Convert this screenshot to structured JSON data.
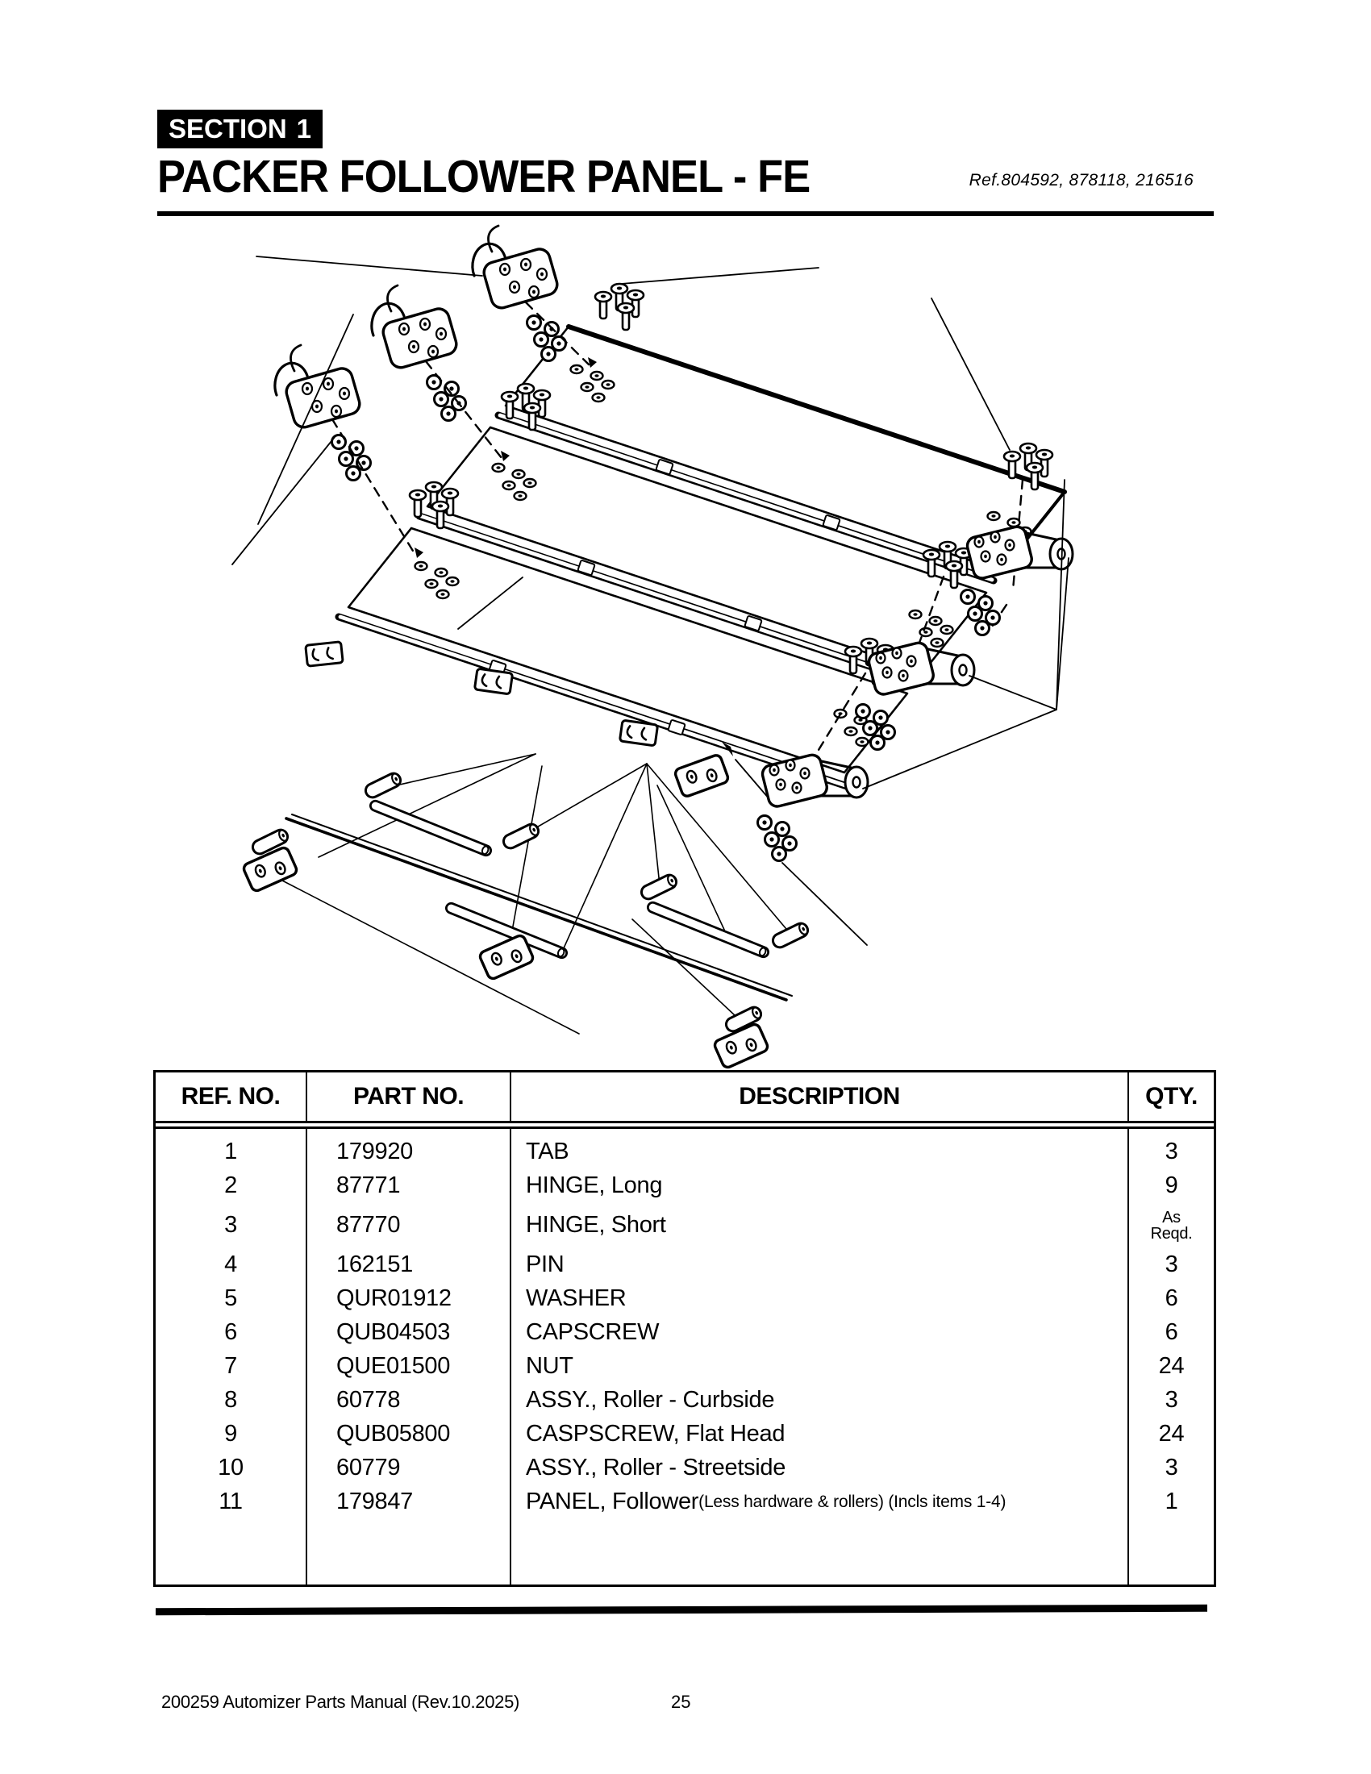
{
  "page": {
    "section_label": "SECTION",
    "section_number": "1",
    "title": "PACKER FOLLOWER PANEL - FE",
    "reference": "Ref.804592, 878118, 216516",
    "footer_left": "200259 Automizer Parts Manual (Rev.10.2025)",
    "footer_page": "25"
  },
  "colors": {
    "ink": "#000000",
    "paper": "#ffffff"
  },
  "table": {
    "headers": [
      "REF. NO.",
      "PART NO.",
      "DESCRIPTION",
      "QTY."
    ],
    "rows": [
      {
        "ref": "1",
        "part": "179920",
        "desc": "TAB",
        "qty": "3"
      },
      {
        "ref": "2",
        "part": "87771",
        "desc": "HINGE, Long",
        "qty": "9"
      },
      {
        "ref": "3",
        "part": "87770",
        "desc": "HINGE, Short",
        "qty": "As\nReqd.",
        "tall": true
      },
      {
        "ref": "4",
        "part": "162151",
        "desc": "PIN",
        "qty": "3"
      },
      {
        "ref": "5",
        "part": "QUR01912",
        "desc": "WASHER",
        "qty": "6"
      },
      {
        "ref": "6",
        "part": "QUB04503",
        "desc": "CAPSCREW",
        "qty": "6"
      },
      {
        "ref": "7",
        "part": "QUE01500",
        "desc": "NUT",
        "qty": "24"
      },
      {
        "ref": "8",
        "part": "60778",
        "desc": "ASSY., Roller - Curbside",
        "qty": "3"
      },
      {
        "ref": "9",
        "part": "QUB05800",
        "desc": "CASPSCREW, Flat Head",
        "qty": "24"
      },
      {
        "ref": "10",
        "part": "60779",
        "desc": "ASSY., Roller - Streetside",
        "qty": "3"
      },
      {
        "ref": "11",
        "part": "179847",
        "desc": "PANEL, Follower",
        "desc_note": "(Less hardware & rollers) (Incls items 1-4)",
        "qty": "1"
      }
    ]
  }
}
